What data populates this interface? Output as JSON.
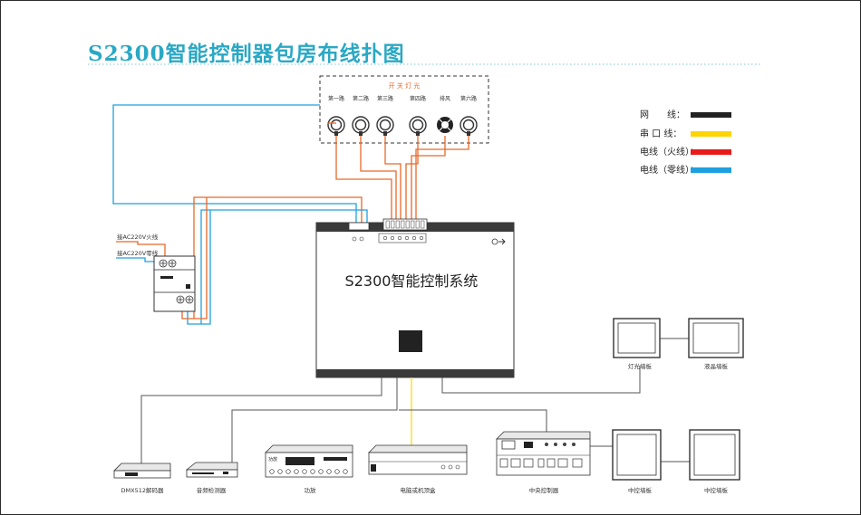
{
  "title": "S2300智能控制器包房布线扑图",
  "switch_panel": {
    "title": "开 关 灯 光",
    "circuits": [
      "第一路",
      "第二路",
      "第三路",
      "第四路",
      "排风",
      "第六路"
    ]
  },
  "legend": [
    {
      "label": "网　　线：",
      "color": "#222222"
    },
    {
      "label": "串 口 线：",
      "color": "#ffd400"
    },
    {
      "label": "电线（火线）：",
      "color": "#e81b1b"
    },
    {
      "label": "电线（零线）：",
      "color": "#1ea0e0"
    }
  ],
  "power": {
    "live": "接AC220V火线",
    "neutral": "接AC220V零线"
  },
  "controller": {
    "name": "S2300智能控制系统"
  },
  "devices": {
    "dmx": "DMX512解码器",
    "audio": "音频检测器",
    "amp": "功放",
    "amp_brand": "功放",
    "pc": "电脑或机顶盒",
    "central": "中央控制器",
    "light_wall": "灯光墙板",
    "lcd_wall": "液晶墙板",
    "wall1": "中控墙板",
    "wall2": "中控墙板"
  },
  "colors": {
    "title": "#2aa8c4",
    "network": "#222222",
    "serial": "#ffd400",
    "live": "#e8692a",
    "neutral": "#1ea0e0"
  }
}
